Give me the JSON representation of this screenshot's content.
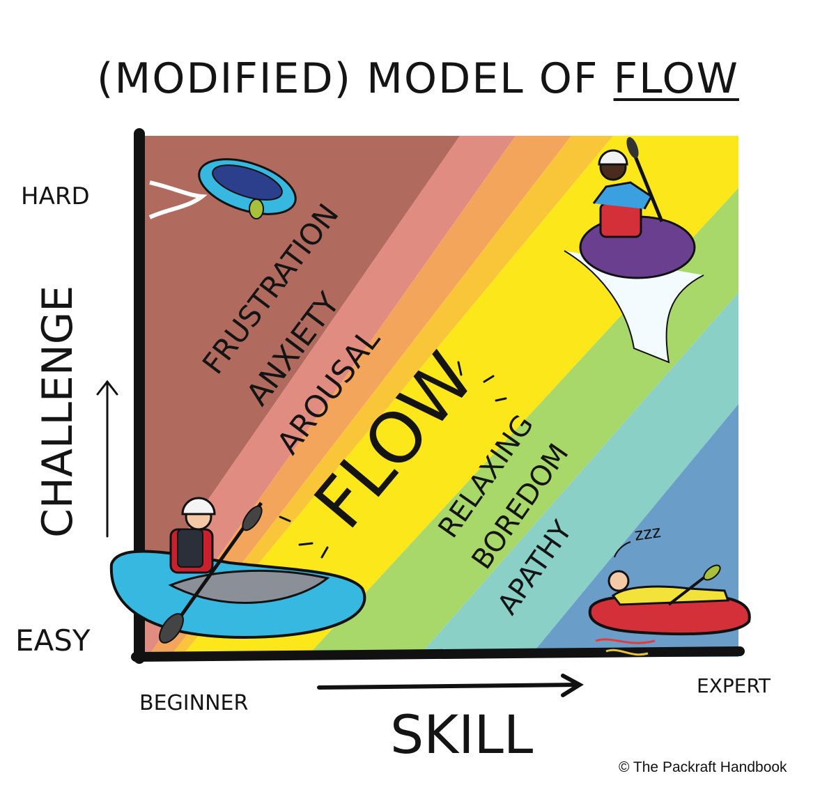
{
  "title": {
    "prefix": "(MODIFIED) MODEL OF",
    "emphasis": "FLOW"
  },
  "axes": {
    "y_label": "CHALLENGE",
    "y_high": "HARD",
    "y_low": "EASY",
    "x_label": "SKILL",
    "x_low": "BEGINNER",
    "x_high": "EXPERT"
  },
  "zones": {
    "frustration": "FRUSTRATION",
    "anxiety": "ANXIETY",
    "arousal": "AROUSAL",
    "flow": "FLOW",
    "relaxing": "RELAXING",
    "boredom": "BOREDOM",
    "apathy": "APATHY"
  },
  "snore": "zzz",
  "colors": {
    "band_frustration_dark": "#b06a5e",
    "band_frustration": "#e08c80",
    "band_anxiety": "#f4a55c",
    "band_arousal": "#f9c63a",
    "band_flow": "#fbe71a",
    "band_relaxing": "#a9d86a",
    "band_boredom": "#8ad0c6",
    "band_apathy": "#6a9ec8",
    "axis": "#111111"
  },
  "copyright": "© The Packraft Handbook"
}
